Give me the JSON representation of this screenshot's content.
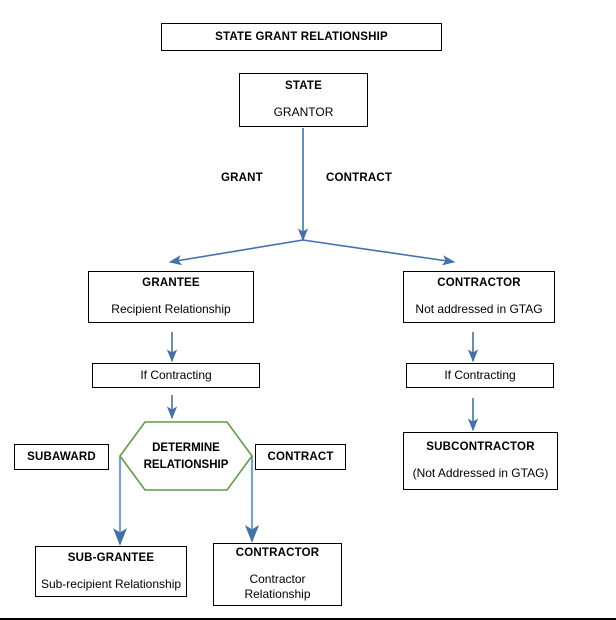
{
  "diagram": {
    "banner": {
      "title": "STATE GRANT RELATIONSHIP"
    },
    "nodes": {
      "state": {
        "title": "STATE",
        "subtitle": "GRANTOR"
      },
      "grantee": {
        "title": "GRANTEE",
        "subtitle": "Recipient Relationship"
      },
      "contractor": {
        "title": "CONTRACTOR",
        "subtitle": "Not addressed in GTAG"
      },
      "if_contracting_left": {
        "title": "If Contracting"
      },
      "if_contracting_right": {
        "title": "If Contracting"
      },
      "determine": {
        "line1": "DETERMINE",
        "line2": "RELATIONSHIP"
      },
      "subaward": {
        "title": "SUBAWARD"
      },
      "contract": {
        "title": "CONTRACT"
      },
      "subcontractor": {
        "title": "SUBCONTRACTOR",
        "subtitle": "(Not Addressed in GTAG)"
      },
      "sub_grantee": {
        "title": "SUB-GRANTEE",
        "subtitle": "Sub-recipient Relationship"
      },
      "contractor2": {
        "title": "CONTRACTOR",
        "subtitle": "Contractor\nRelationship",
        "sub_line1": "Contractor",
        "sub_line2": "Relationship"
      }
    },
    "edge_labels": {
      "grant": "GRANT",
      "contract": "CONTRACT"
    },
    "colors": {
      "arrow": "#4472a8",
      "hexagon_border": "#5f9c45",
      "box_border": "#000000",
      "text": "#000000",
      "background": "#ffffff"
    }
  }
}
